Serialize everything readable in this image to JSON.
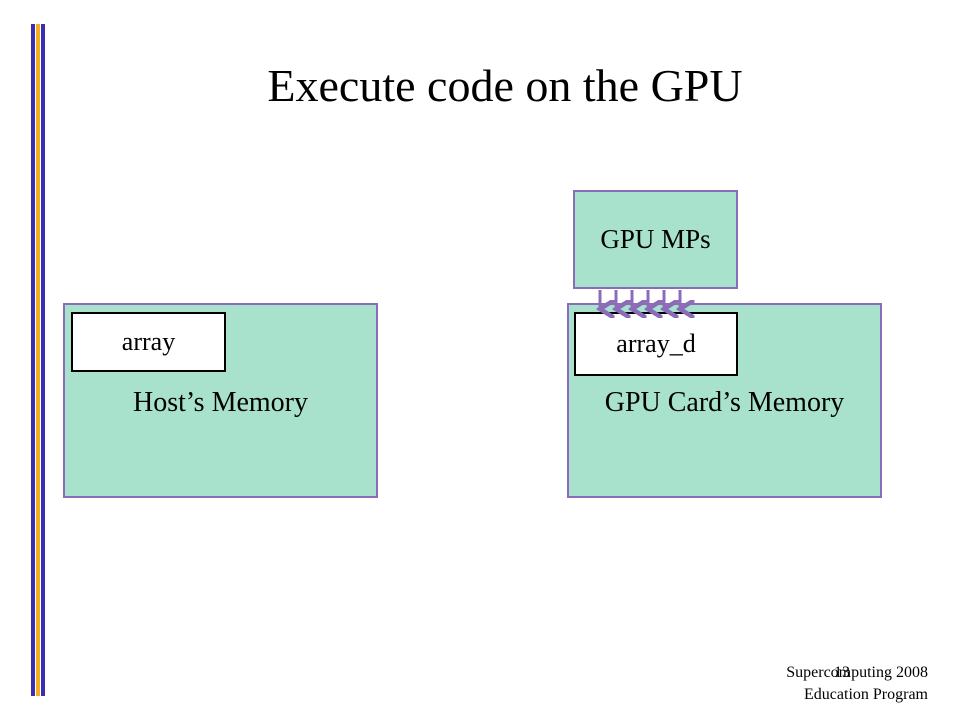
{
  "slide": {
    "title": "Execute code on the GPU",
    "host_memory_label": "Host’s Memory",
    "host_array_label": "array",
    "gpu_memory_label": "GPU Card’s Memory",
    "gpu_array_label": "array_d",
    "gpu_mps_label": "GPU MPs"
  },
  "footer": {
    "line1": "Supercomputing 2008",
    "line2": "Education Program",
    "page_number": "13"
  },
  "colors": {
    "box_fill": "#a8e2cc",
    "box_border": "#8a6cb8",
    "arrow": "#8a6cb8",
    "accent_blue": "#3a2fb0",
    "accent_gold": "#f2b01e"
  }
}
